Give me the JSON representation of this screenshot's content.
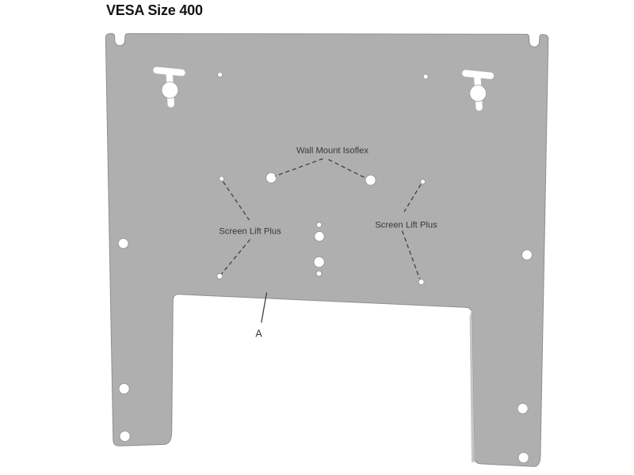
{
  "title": "VESA Size 400",
  "diagram": {
    "part": "vesa-400-wall-plate",
    "labels": {
      "wall_mount": "Wall Mount Isoflex",
      "screen_lift_left": "Screen Lift Plus",
      "screen_lift_right": "Screen Lift Plus",
      "callout_a": "A"
    },
    "colors": {
      "background": "#ffffff",
      "plate": "#afafaf",
      "plate_edge": "#8f8f8f",
      "plate_side_highlight": "#c6c6c6",
      "hole_fill": "#ffffff",
      "hole_ring": "#969696",
      "leader_line": "#404040",
      "label_text": "#383838",
      "title_text": "#141414"
    }
  }
}
